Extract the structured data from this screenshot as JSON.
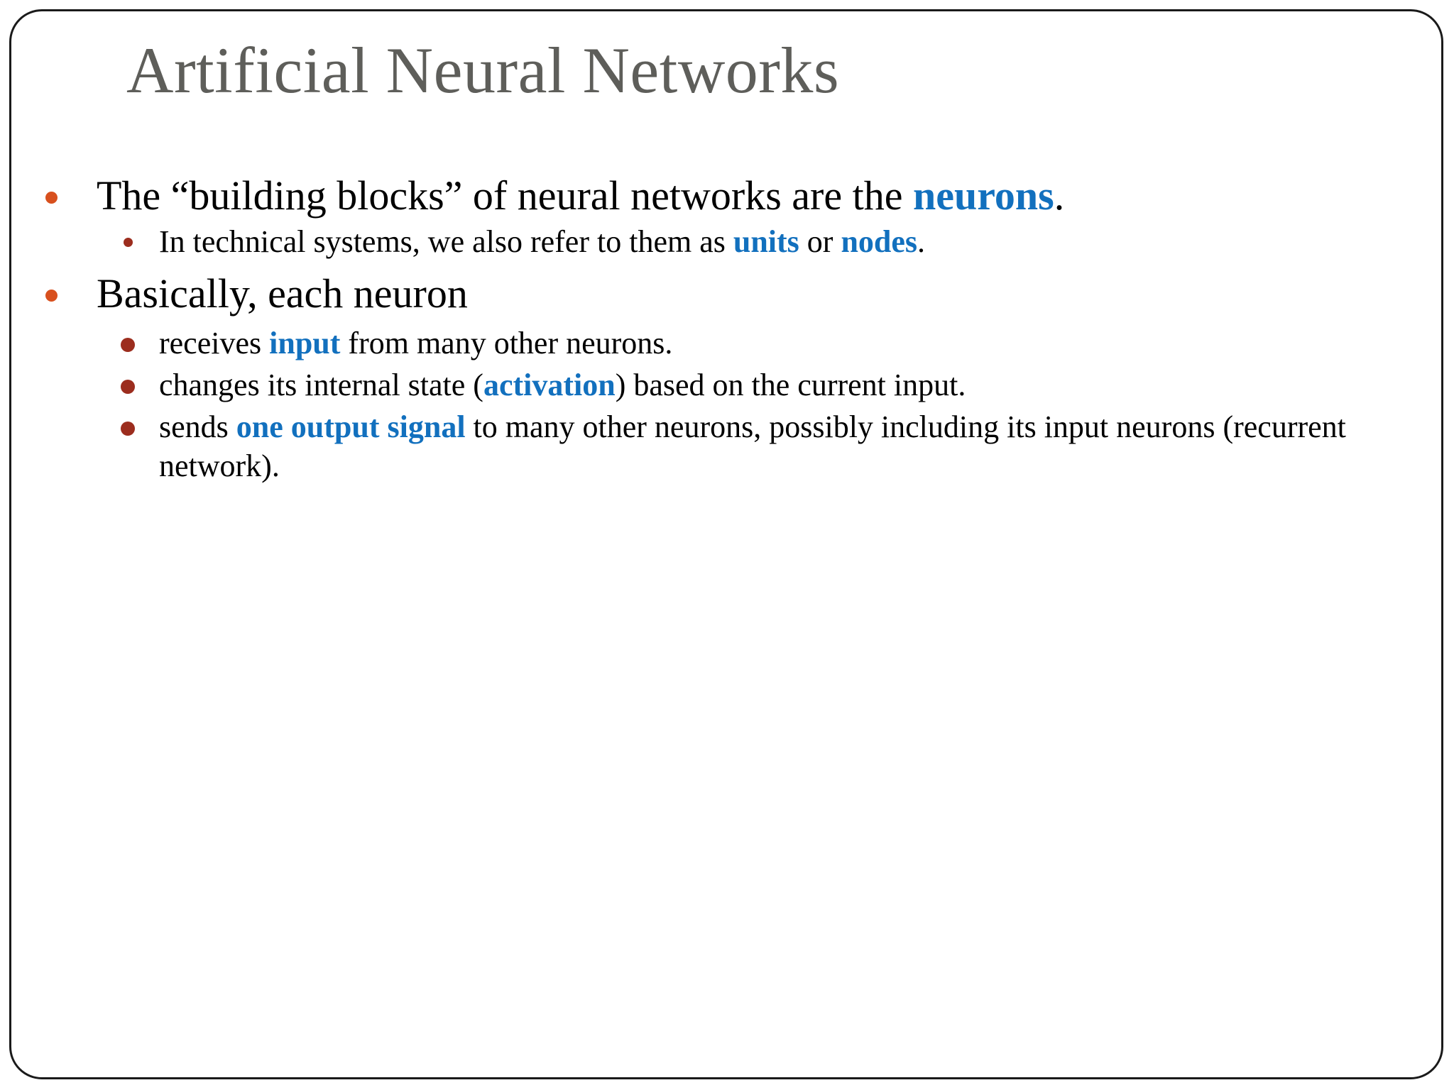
{
  "slide": {
    "title": "Artificial Neural Networks",
    "colors": {
      "title": "#5e5e5a",
      "bullet_level1": "#d8501e",
      "bullet_level2": "#9c2d1e",
      "highlight": "#1270be",
      "body_text": "#000000",
      "frame": "#1a1a1a",
      "background": "#ffffff"
    },
    "content": {
      "b1": {
        "pre": "The “building blocks” of neural networks are the ",
        "hl": "neurons",
        "post": "."
      },
      "b1_sub": {
        "pre": "In technical systems, we also refer to them as ",
        "hl1": "units",
        "mid": " or ",
        "hl2": "nodes",
        "post": "."
      },
      "b2": {
        "text": "Basically, each neuron"
      },
      "b2_sub1": {
        "pre": "receives ",
        "hl": "input",
        "post": " from many other neurons."
      },
      "b2_sub2": {
        "pre": "changes its internal state (",
        "hl": "activation",
        "post": ") based on the current input."
      },
      "b2_sub3": {
        "pre": "sends ",
        "hl": "one output signal",
        "post": " to many other neurons, possibly including its input neurons (recurrent network)."
      }
    }
  }
}
